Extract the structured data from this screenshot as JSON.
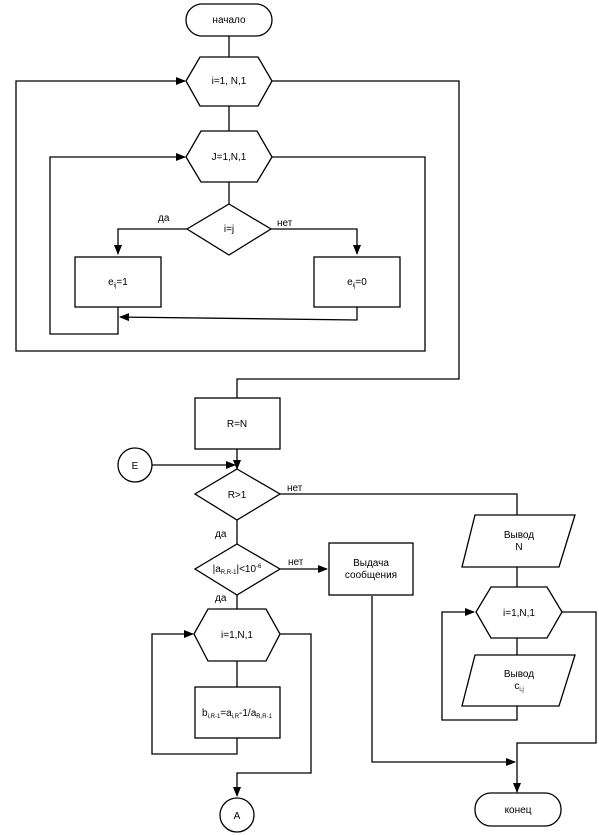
{
  "start": "начало",
  "end": "конец",
  "loop_i": "i=1, N,1",
  "loop_j": "J=1,N,1",
  "cond_ij": "i=j",
  "yes": "да",
  "no": "нет",
  "assign_one": {
    "main": "e",
    "sub": "ij",
    "rest": "=1"
  },
  "assign_zero": {
    "main": "e",
    "sub": "ij",
    "rest": "=0"
  },
  "set_r": "R=N",
  "connector_e": "E",
  "cond_r": "R>1",
  "cond_abs": {
    "p1": "|a",
    "sub": "R,R-1",
    "p2": "|<10",
    "sup": "-6"
  },
  "message": {
    "line1": "Выдача",
    "line2": "сообщения"
  },
  "output_n": {
    "line1": "Вывод",
    "line2": "N"
  },
  "loop_right": "i=1,N,1",
  "output_c": {
    "line1": "Вывод",
    "main": "c",
    "sub": "i,j"
  },
  "loop_left": "i=1,N,1",
  "compute_b": {
    "p1": "b",
    "s1": "i,R-1",
    "p2": "=a",
    "s2": "i,R",
    "p3": "-1/a",
    "s3": "R,R-1"
  },
  "connector_a": "A"
}
